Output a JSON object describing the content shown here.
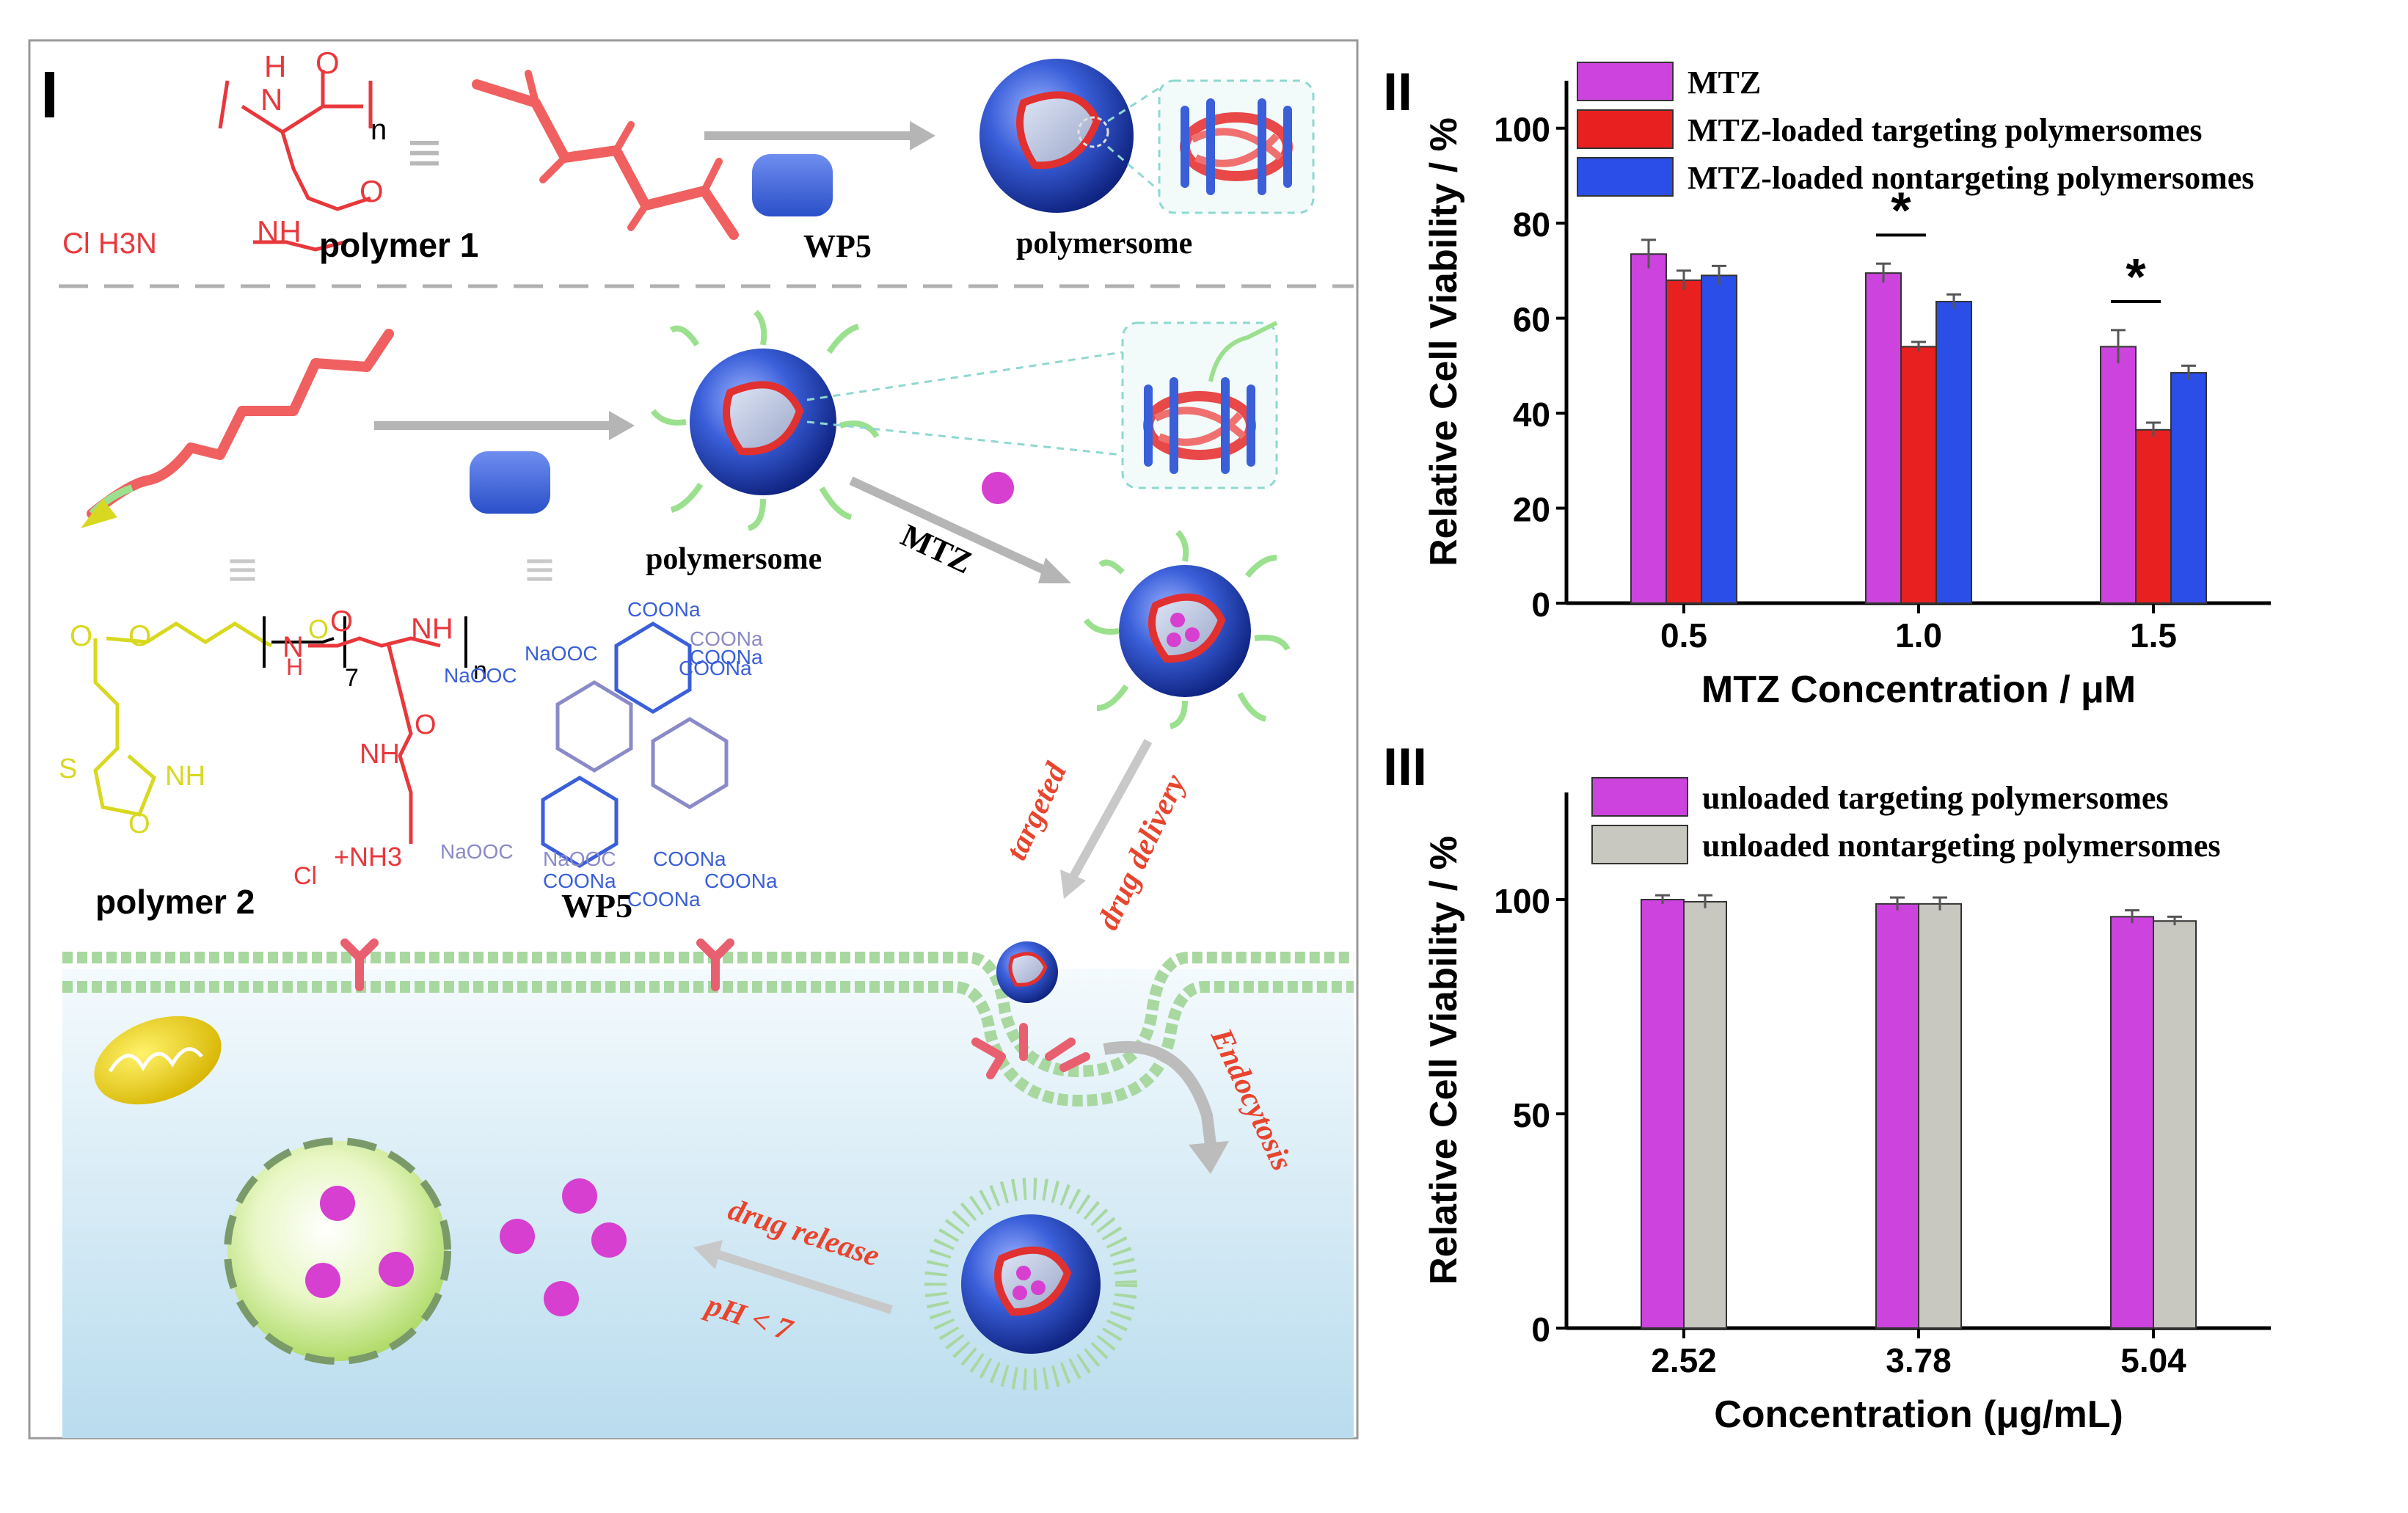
{
  "panel_labels": {
    "one": "I",
    "two": "II",
    "three": "III"
  },
  "scheme": {
    "polymer1": "polymer 1",
    "polymer2": "polymer 2",
    "wp5_top": "WP5",
    "wp5_bottom": "WP5",
    "polymersome_top": "polymersome",
    "polymersome_mid": "polymersome",
    "mtz": "MTZ",
    "targeted": "targeted",
    "drug_delivery": "drug delivery",
    "endocytosis": "Endocytosis",
    "drug_release": "drug release",
    "ph": "pH < 7",
    "equiv": "≡",
    "repeat_n": "n",
    "repeat_7": "7",
    "chem_h3n": "Cl H3N",
    "chem_nh": "NH",
    "chem_h": "H",
    "chem_n": "N",
    "chem_o": "O",
    "chem_s": "S",
    "chem_nh3": "+NH3",
    "chem_cl": "Cl",
    "wp5_groups": [
      "COONa",
      "COONa",
      "NaOOC",
      "COONa",
      "NaOOC",
      "COONa",
      "COONa",
      "NaOOC",
      "COONa",
      "COONa",
      "NaOOC",
      "COONa"
    ]
  },
  "colors": {
    "polymer_red": "#e8383c",
    "wp5_blue": "#3a5fd9",
    "biotin_yellow": "#d8d820",
    "mtz_magenta": "#d63fd0",
    "bar_magenta": "#cc44dd",
    "bar_red": "#e82020",
    "bar_blue": "#2b4de8",
    "bar_gray": "#c8c8c0",
    "cell_blue": "#cfe6f2",
    "membrane_green": "#9fd49a",
    "label_red": "#e8452e"
  },
  "chart_data": [
    {
      "type": "bar",
      "panel": "II",
      "title": "",
      "xlabel": "MTZ Concentration / μM",
      "ylabel": "Relative Cell Viability / %",
      "categories": [
        "0.5",
        "1.0",
        "1.5"
      ],
      "ylim": [
        0,
        110
      ],
      "yticks": [
        "0",
        "20",
        "40",
        "60",
        "80",
        "100"
      ],
      "legend_position": "top",
      "series": [
        {
          "name": "MTZ",
          "values": [
            73.5,
            69.5,
            54
          ],
          "errors": [
            3,
            2,
            3.5
          ],
          "color": "#cc44dd"
        },
        {
          "name": "MTZ-loaded targeting polymersomes",
          "values": [
            68,
            54,
            36.5
          ],
          "errors": [
            2,
            1,
            1.5
          ],
          "color": "#e82020"
        },
        {
          "name": "MTZ-loaded nontargeting polymersomes",
          "values": [
            69,
            63.5,
            48.5
          ],
          "errors": [
            2,
            1.5,
            1.5
          ],
          "color": "#2b4de8"
        }
      ],
      "annotations": [
        "*",
        "*"
      ]
    },
    {
      "type": "bar",
      "panel": "III",
      "title": "",
      "xlabel": "Concentration (μg/mL)",
      "ylabel": "Relative Cell Viability / %",
      "categories": [
        "2.52",
        "3.78",
        "5.04"
      ],
      "ylim": [
        0,
        125
      ],
      "yticks": [
        "0",
        "50",
        "100"
      ],
      "legend_position": "top",
      "series": [
        {
          "name": "unloaded targeting polymersomes",
          "values": [
            100,
            99,
            96
          ],
          "errors": [
            1,
            1.5,
            1.5
          ],
          "color": "#cc44dd"
        },
        {
          "name": "unloaded nontargeting polymersomes",
          "values": [
            99.5,
            99,
            95
          ],
          "errors": [
            1.5,
            1.5,
            1
          ],
          "color": "#c8c8c0"
        }
      ]
    }
  ]
}
